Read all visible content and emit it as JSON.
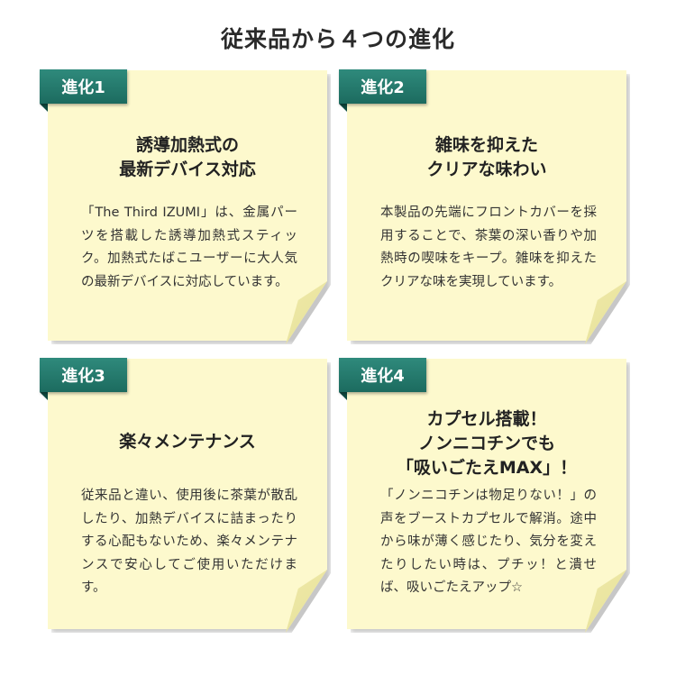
{
  "title": "従来品から４つの進化",
  "cards": [
    {
      "badge": "進化1",
      "heading_lines": [
        "誘導加熱式の",
        "最新デバイス対応"
      ],
      "body": "「The Third IZUMI」は、金属パーツを搭載した誘導加熱式スティック。加熱式たばこユーザーに大人気の最新デバイスに対応しています。"
    },
    {
      "badge": "進化2",
      "heading_lines": [
        "雑味を抑えた",
        "クリアな味わい"
      ],
      "body": "本製品の先端にフロントカバーを採用することで、茶葉の深い香りや加熱時の喫味をキープ。雑味を抑えたクリアな味を実現しています。"
    },
    {
      "badge": "進化3",
      "heading_lines": [
        "楽々メンテナンス"
      ],
      "body": "従来品と違い、使用後に茶葉が散乱したり、加熱デバイスに詰まったりする心配もないため、楽々メンテナンスで安心してご使用いただけます。"
    },
    {
      "badge": "進化4",
      "heading_lines": [
        "カプセル搭載！",
        "ノンニコチンでも",
        "「吸いごたえMAX」！"
      ],
      "body": "「ノンニコチンは物足りない！」の声をブーストカプセルで解消。途中から味が薄く感じたり、気分を変えたりしたい時は、プチッ！と潰せば、吸いごたえアップ☆"
    }
  ]
}
